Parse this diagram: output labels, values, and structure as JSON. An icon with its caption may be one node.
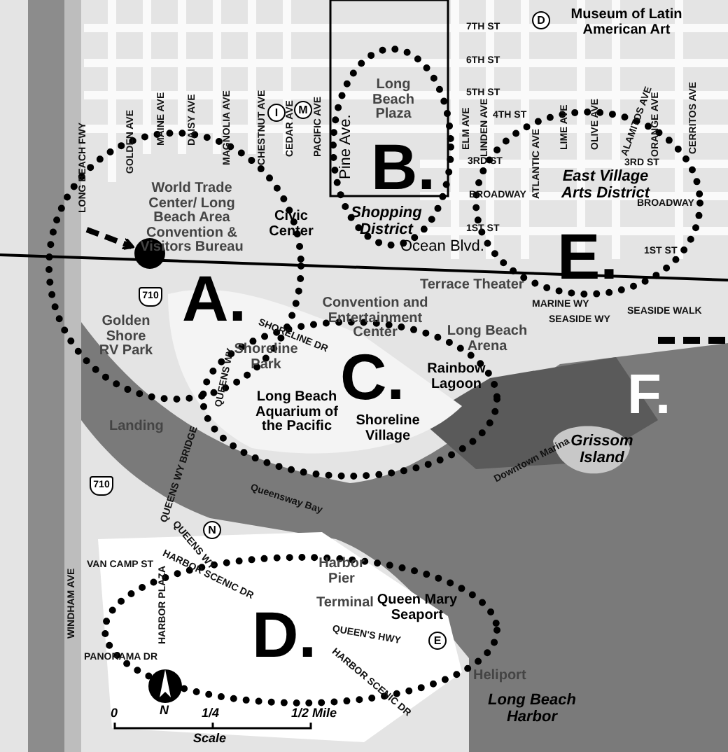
{
  "diagram": {
    "labels": [
      "D",
      "7TH ST",
      "Museum of Latin American Art",
      "6TH ST",
      "5TH ST",
      "Long Beach Plaza",
      "I",
      "M",
      "LONG BEACH FWY",
      "GOLDEN AVE",
      "MAINE AVE",
      "DAISY AVE",
      "MAGNOLIA AVE",
      "CHESTNUT AVE",
      "CEDAR AVE",
      "PACIFIC AVE",
      "Pine Ave.",
      "ELM AVE",
      "LINDEN AVE",
      "4TH ST",
      "ATLANTIC AVE",
      "LIME AVE",
      "OLIVE AVE",
      "ALAMITOS AVE",
      "ORANGE AVE",
      "CERRITOS AVE",
      "B.",
      "3RD ST",
      "3RD ST",
      "World Trade Center/ Long Beach Area Convention & Visitors Bureau",
      "East Village Arts District",
      "BROADWAY",
      "BROADWAY",
      "Civic Center",
      "Shopping District",
      "1ST ST",
      "1ST ST",
      "A.",
      "E.",
      "Ocean Blvd.",
      "Terrace Theater",
      "MARINE WY",
      "SEASIDE WY",
      "SEASIDE WALK",
      "Convention and Entertainment Center",
      "710",
      "SHORELINE DR",
      "Long Beach Arena",
      "Golden Shore RV Park",
      "QUEENS WY",
      "Shoreline Park",
      "Rainbow Lagoon",
      "C.",
      "F.",
      "Landing",
      "Long Beach Aquarium of the Pacific",
      "Shoreline Village",
      "Grissom Island",
      "Downtown Marina",
      "710",
      "QUEENS WY BRIDGE",
      "Queensway Bay",
      "N",
      "QUEENS WY",
      "HARBOR SCENIC DR",
      "VAN CAMP ST",
      "Harbor Pier",
      "Queen Mary Seaport",
      "Terminal",
      "WINDHAM AVE",
      "HARBOR PLAZA",
      "QUEEN'S HWY",
      "D.",
      "E",
      "PANORAMA DR",
      "HARBOR SCENIC DR",
      "Heliport",
      "0",
      "N",
      "1/4",
      "1/2 Mile",
      "Long Beach Harbor",
      "Scale"
    ]
  }
}
